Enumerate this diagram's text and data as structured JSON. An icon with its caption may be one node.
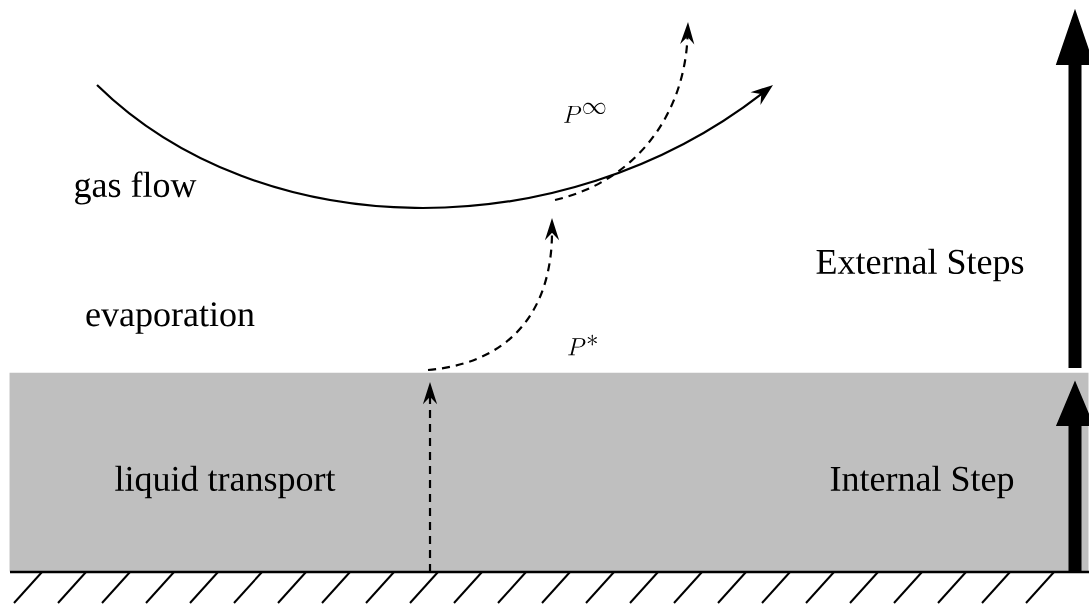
{
  "diagram": {
    "nodes": [
      {
        "text": [
          "liquid transport",
          "Internal Step"
        ]
      }
    ],
    "labels": [
      "gas flow",
      "evaporation",
      "External Steps",
      "P^{\\infty}",
      "P^{*}"
    ]
  }
}
